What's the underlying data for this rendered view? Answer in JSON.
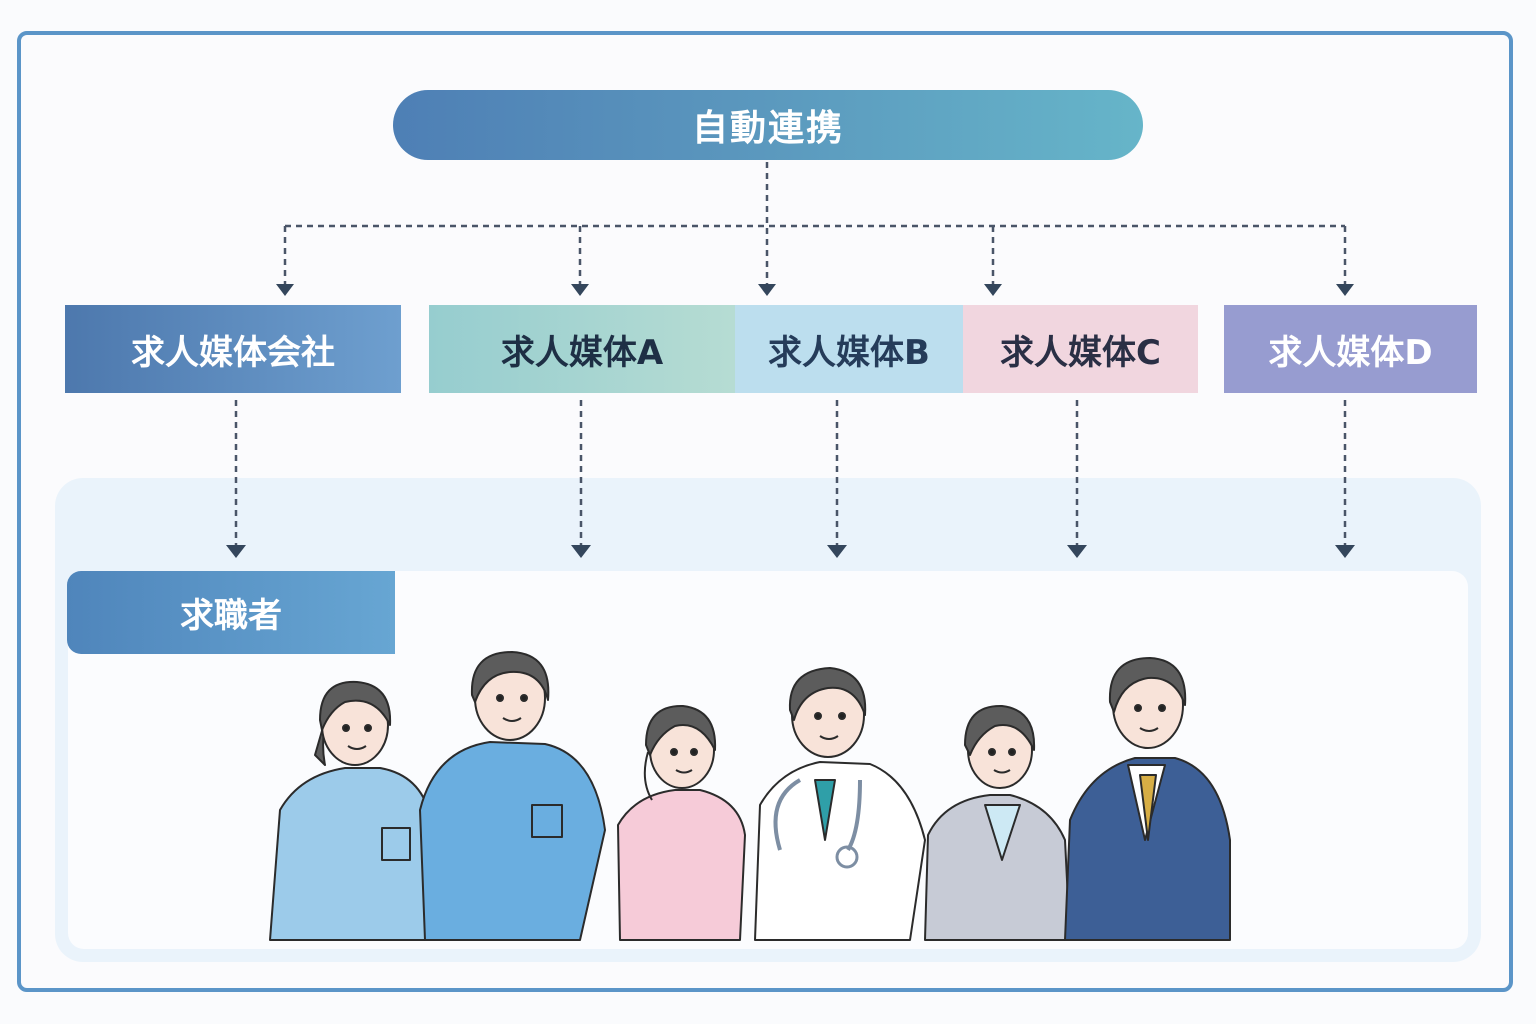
{
  "hub": {
    "label": "自動連携"
  },
  "media": [
    {
      "label": "求人媒体会社"
    },
    {
      "label": "求人媒体A"
    },
    {
      "label": "求人媒体B"
    },
    {
      "label": "求人媒体C"
    },
    {
      "label": "求人媒体D"
    }
  ],
  "seekers": {
    "label": "求職者",
    "people": [
      {
        "role": "caregiver-woman",
        "outfit": "light-blue polo"
      },
      {
        "role": "caregiver-man",
        "outfit": "blue polo"
      },
      {
        "role": "nurse-woman",
        "outfit": "pink polo"
      },
      {
        "role": "doctor",
        "outfit": "white coat, teal tie, stethoscope"
      },
      {
        "role": "office-woman",
        "outfit": "gray suit"
      },
      {
        "role": "office-man",
        "outfit": "navy suit, gold tie"
      }
    ]
  },
  "colors": {
    "frame": "#5b95c8",
    "arrow": "#34465c",
    "hub_start": "#4e7fb5",
    "hub_end": "#66b5c9"
  }
}
